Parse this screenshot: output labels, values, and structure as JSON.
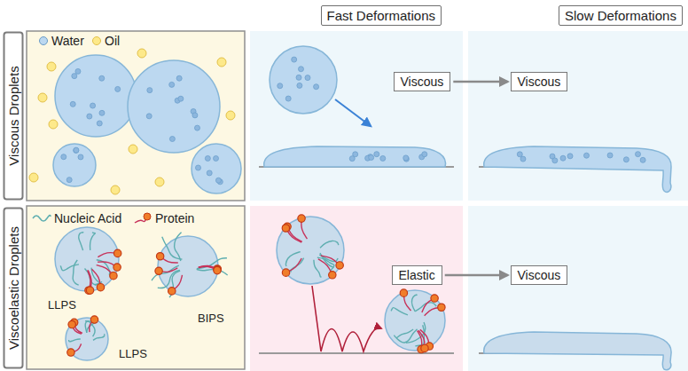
{
  "diagram": {
    "nodes": [
      {
        "text": [
          "Fast Deformations"
        ]
      },
      {
        "text": [
          "Slow Deformations"
        ]
      },
      {
        "text": [
          "Viscous Droplets"
        ]
      },
      {
        "text": [
          "Viscous"
        ]
      },
      {
        "text": [
          "Viscous"
        ]
      },
      {
        "text": [
          "Viscoelastic Droplets"
        ]
      },
      {
        "text": [
          "Elastic"
        ]
      },
      {
        "text": [
          "Viscous"
        ]
      }
    ],
    "edges": [
      {
        "from": 3,
        "to": 4,
        "arrow": "to"
      },
      {
        "from": 6,
        "to": 7,
        "arrow": "to"
      }
    ],
    "labels": [
      "LLPS",
      "LLPS",
      "BIPS"
    ],
    "legend": [
      {
        "text": "Water",
        "color": "#bcd8f0"
      },
      {
        "text": "Oil",
        "color": "#fde98a"
      },
      {
        "text": "Nucleic Acid"
      },
      {
        "text": "Protein"
      }
    ]
  }
}
